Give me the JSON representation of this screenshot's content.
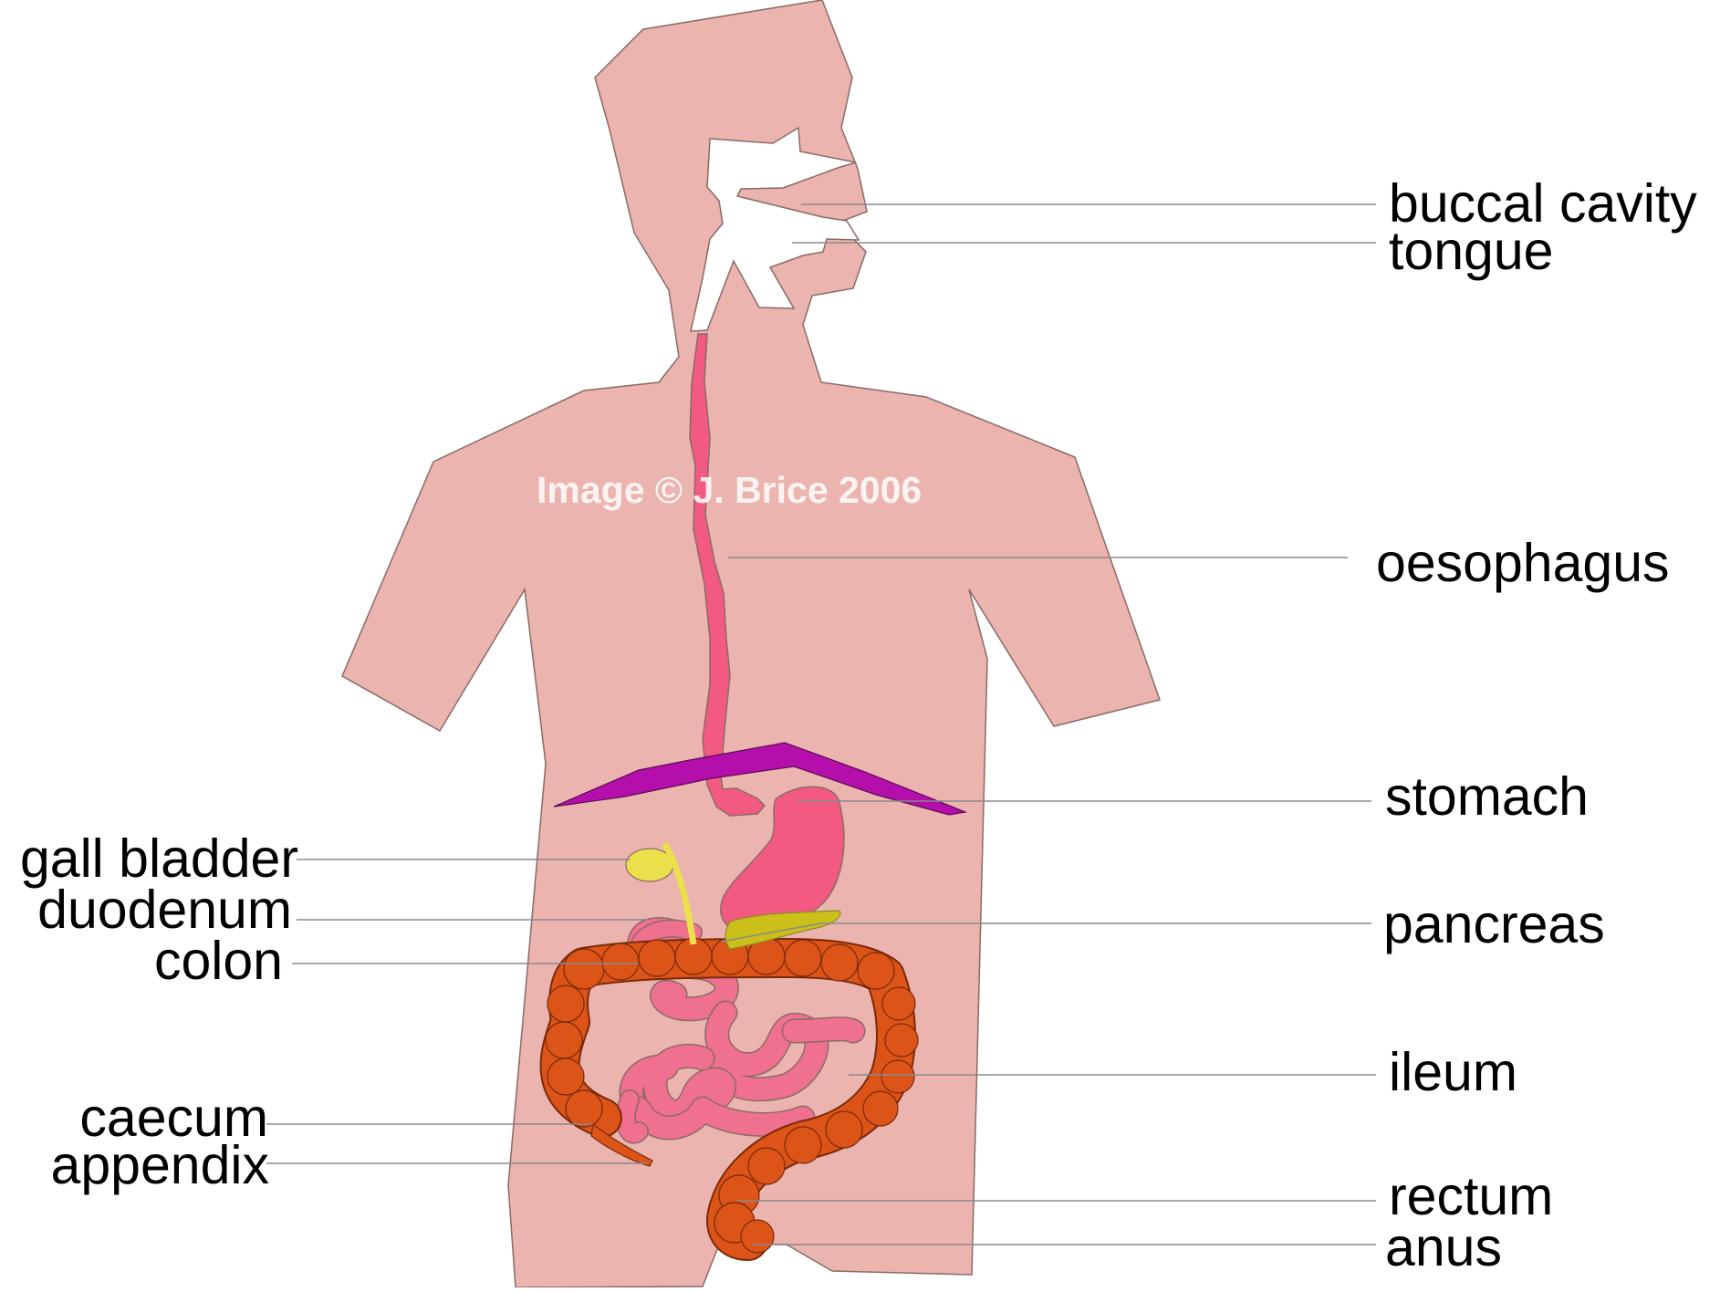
{
  "labels": {
    "buccal_cavity": "buccal cavity",
    "tongue": "tongue",
    "oesophagus": "oesophagus",
    "stomach": "stomach",
    "pancreas": "pancreas",
    "ileum": "ileum",
    "rectum": "rectum",
    "anus": "anus",
    "gall_bladder": "gall bladder",
    "duodenum": "duodenum",
    "colon": "colon",
    "caecum": "caecum",
    "appendix": "appendix"
  },
  "watermark": "Image © J. Brice 2006",
  "colors": {
    "body": "#ebb4ae",
    "outline": "#8a6a66",
    "mouth": "#ffffff",
    "oesophagus": "#f25a82",
    "stomach": "#f25a82",
    "small_intestine": "#f0708f",
    "colon": "#dc5418",
    "diaphragm": "#b40faa",
    "gall_bladder": "#ebe04c",
    "pancreas": "#cbbf1a",
    "leader_line": "#8a8a8a"
  }
}
